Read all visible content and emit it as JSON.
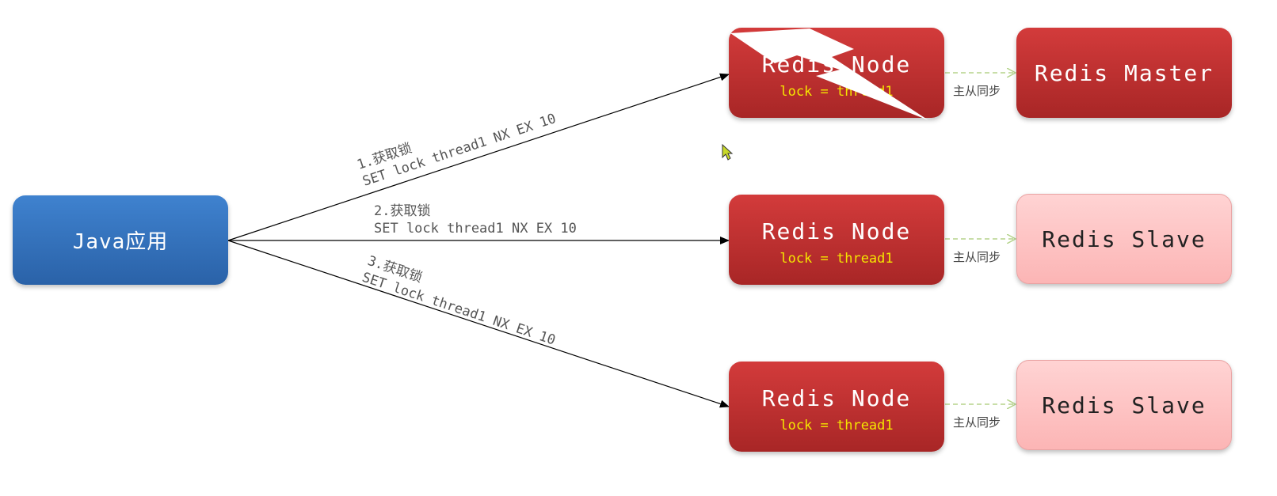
{
  "java_app": {
    "label": "Java应用"
  },
  "nodes": [
    {
      "title": "Redis Node",
      "lock": "lock = thread1"
    },
    {
      "title": "Redis Node",
      "lock": "lock = thread1"
    },
    {
      "title": "Redis Node",
      "lock": "lock = thread1"
    }
  ],
  "replicas": [
    {
      "title": "Redis Master",
      "role": "master"
    },
    {
      "title": "Redis Slave",
      "role": "slave"
    },
    {
      "title": "Redis Slave",
      "role": "slave"
    }
  ],
  "sync_label": "主从同步",
  "requests": [
    {
      "step": "1.获取锁",
      "command": "SET lock thread1 NX EX 10"
    },
    {
      "step": "2.获取锁",
      "command": "SET lock thread1 NX EX 10"
    },
    {
      "step": "3.获取锁",
      "command": "SET lock thread1 NX EX 10"
    }
  ],
  "colors": {
    "java": "#3370bd",
    "node": "#c23131",
    "lock_text": "#f4e600",
    "slave": "#fdc4c4",
    "sync_arrow": "#b5d48c"
  },
  "icons": [
    "lightning-icon",
    "mouse-cursor-icon"
  ]
}
